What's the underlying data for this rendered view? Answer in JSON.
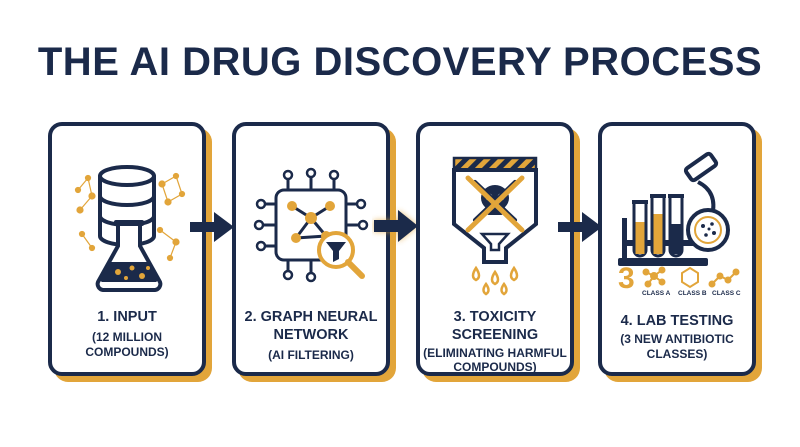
{
  "title": "THE AI DRUG DISCOVERY PROCESS",
  "colors": {
    "navy": "#1b2a4a",
    "gold": "#e2a53a"
  },
  "steps": [
    {
      "label": "1. INPUT",
      "sub": [
        "(12 MILLION",
        "COMPOUNDS)"
      ],
      "icon": "database-flask-icon"
    },
    {
      "label": [
        "2. GRAPH NEURAL",
        "NETWORK"
      ],
      "sub": [
        "(AI FILTERING)"
      ],
      "icon": "neural-network-filter-icon"
    },
    {
      "label": [
        "3. TOXICITY",
        "SCREENING"
      ],
      "sub": [
        "(ELIMINATING HARMFUL",
        "COMPOUNDS)"
      ],
      "icon": "toxicity-funnel-icon"
    },
    {
      "label": [
        "4. LAB TESTING"
      ],
      "sub": [
        "(3 NEW ANTIBIOTIC",
        "CLASSES)"
      ],
      "icon": "microscope-test-tubes-icon"
    }
  ],
  "lab": {
    "count": "3",
    "classes": [
      "CLASS A",
      "CLASS B",
      "CLASS C"
    ]
  }
}
